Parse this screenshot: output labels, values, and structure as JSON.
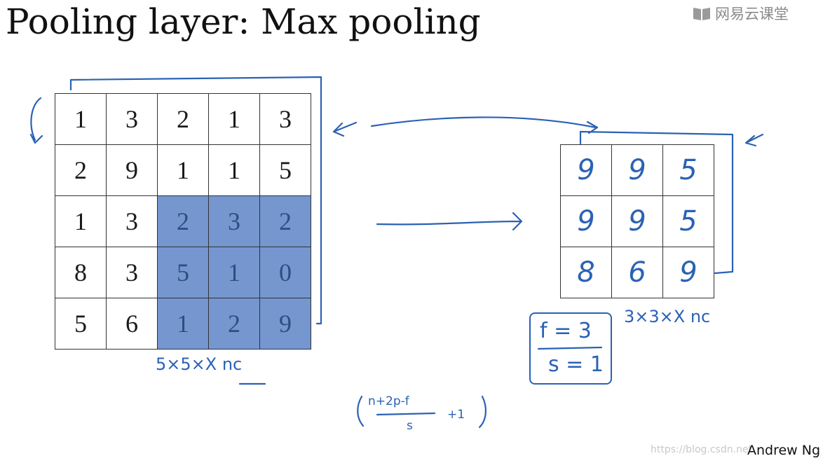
{
  "title": "Pooling layer: Max pooling",
  "brand": {
    "name": "网易云课堂"
  },
  "input_matrix": [
    [
      "1",
      "3",
      "2",
      "1",
      "3"
    ],
    [
      "2",
      "9",
      "1",
      "1",
      "5"
    ],
    [
      "1",
      "3",
      "2",
      "3",
      "2"
    ],
    [
      "8",
      "3",
      "5",
      "1",
      "0"
    ],
    [
      "5",
      "6",
      "1",
      "2",
      "9"
    ]
  ],
  "output_matrix": [
    [
      "9",
      "9",
      "5"
    ],
    [
      "9",
      "9",
      "5"
    ],
    [
      "8",
      "6",
      "9"
    ]
  ],
  "highlight_color": "#7596cf",
  "ink_color": "#2a62b4",
  "annotations": {
    "input_dims": "5×5×X nc",
    "output_dims": "3×3×X nc",
    "hyperparam_f": "f = 3",
    "hyperparam_s": "s = 1",
    "formula_numerator": "n+2p-f",
    "formula_denominator": "s",
    "formula_tail": "+1"
  },
  "author": "Andrew Ng",
  "watermark": "https://blog.csdn.net"
}
